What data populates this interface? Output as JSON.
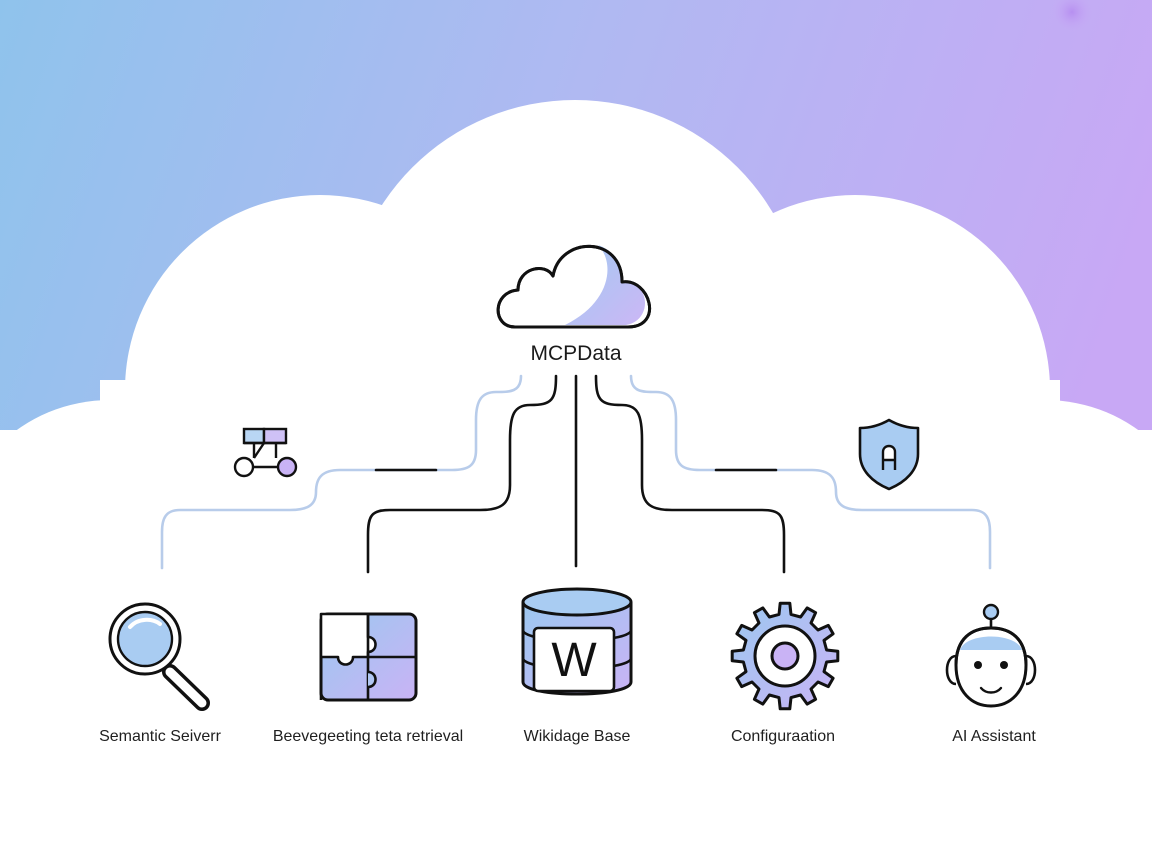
{
  "diagram": {
    "hub": {
      "label": "MCPData",
      "icon": "cloud-icon"
    },
    "nodes": [
      {
        "id": "semantic-server",
        "label": "Semantic Seiverr",
        "icon": "magnifier-icon"
      },
      {
        "id": "meta-retrieval",
        "label": "Beevegeeting teta retrieval",
        "icon": "puzzle-icon"
      },
      {
        "id": "knowledge-base",
        "label": "Wikidage Base",
        "icon": "database-icon"
      },
      {
        "id": "configuration",
        "label": "Configuraation",
        "icon": "gear-icon"
      },
      {
        "id": "ai-assistant",
        "label": "AI Assistant",
        "icon": "robot-icon"
      }
    ],
    "floating_icons": [
      "network-nodes-icon",
      "shield-lock-icon"
    ],
    "colors": {
      "gradient_left": "#8fc3ec",
      "gradient_right": "#c6a8f4",
      "accent_blue": "#9dc7f0",
      "accent_purple": "#c8b2f4",
      "stroke": "#111111",
      "faint_line": "#b8ccea"
    }
  }
}
